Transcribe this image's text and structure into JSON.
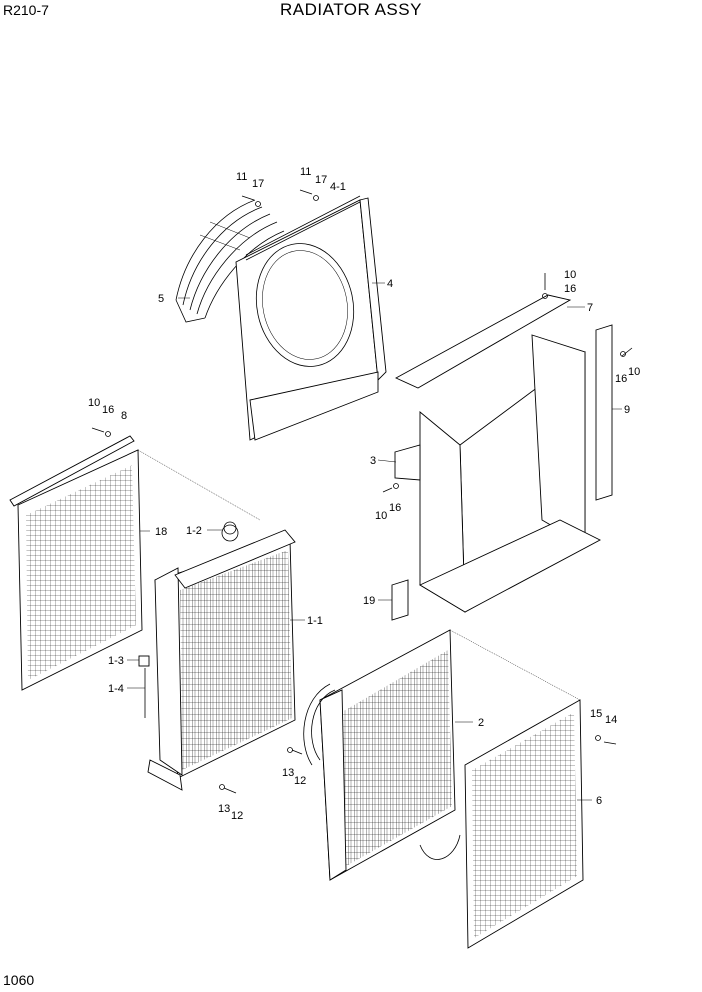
{
  "header": {
    "model": "R210-7",
    "title": "RADIATOR ASSY"
  },
  "footer": {
    "page_number": "1060"
  },
  "callouts": {
    "c11a": "11",
    "c17a": "17",
    "c11b": "11",
    "c17b": "17",
    "c4_1": "4-1",
    "c5": "5",
    "c4": "4",
    "c10a": "10",
    "c16a": "16",
    "c7": "7",
    "c16b": "16",
    "c10b": "10",
    "c9": "9",
    "c10c": "10",
    "c16c": "16",
    "c8": "8",
    "c3": "3",
    "c10d": "10",
    "c16d": "16",
    "c18": "18",
    "c1_2": "1-2",
    "c1_1": "1-1",
    "c19": "19",
    "c1_3": "1-3",
    "c1_4": "1-4",
    "c2": "2",
    "c15": "15",
    "c14": "14",
    "c13a": "13",
    "c12a": "12",
    "c6": "6",
    "c13b": "13",
    "c12b": "12"
  }
}
